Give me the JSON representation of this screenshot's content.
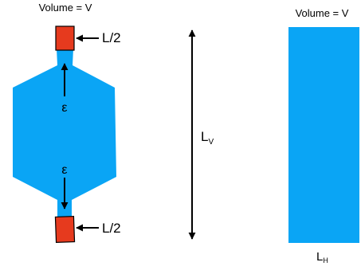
{
  "left": {
    "volume_label": "Volume = V",
    "top_length_label": "L/2",
    "bottom_length_label": "L/2",
    "top_strain_label": "ε",
    "bottom_strain_label": "ε"
  },
  "middle": {
    "length_label_base": "L",
    "length_label_sub": "V"
  },
  "right": {
    "volume_label": "Volume = V",
    "length_label_base": "L",
    "length_label_sub": "H"
  },
  "colors": {
    "material": "#0aa5f5",
    "end_block": "#e63a1e",
    "ink": "#000000"
  }
}
